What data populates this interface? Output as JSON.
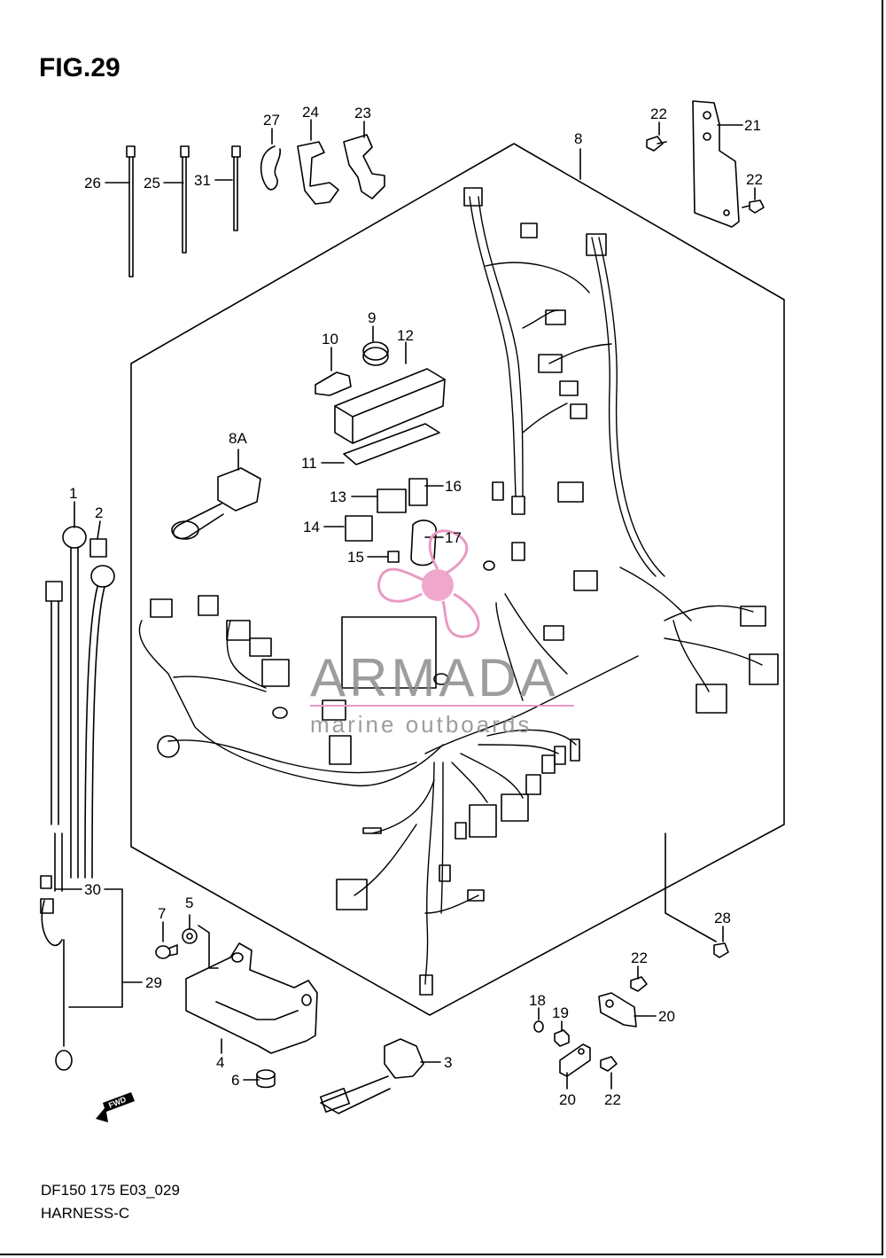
{
  "figure": {
    "title": "FIG.29",
    "caption_line1": "DF150 175 E03_029",
    "caption_line2": "HARNESS-C"
  },
  "watermark": {
    "brand": "ARMADA",
    "tagline": "marine outboards",
    "accent_color": "#e89ac4"
  },
  "fwd_arrow_label": "FWD",
  "part_labels": {
    "p1": "1",
    "p2": "2",
    "p3": "3",
    "p4": "4",
    "p5": "5",
    "p6": "6",
    "p7": "7",
    "p8": "8",
    "p8A": "8A",
    "p9": "9",
    "p10": "10",
    "p11": "11",
    "p12": "12",
    "p13": "13",
    "p14": "14",
    "p15": "15",
    "p16": "16",
    "p17": "17",
    "p18": "18",
    "p19": "19",
    "p20": "20",
    "p21": "21",
    "p22": "22",
    "p23": "23",
    "p24": "24",
    "p25": "25",
    "p26": "26",
    "p27": "27",
    "p28": "28",
    "p29": "29",
    "p30": "30",
    "p31": "31"
  }
}
